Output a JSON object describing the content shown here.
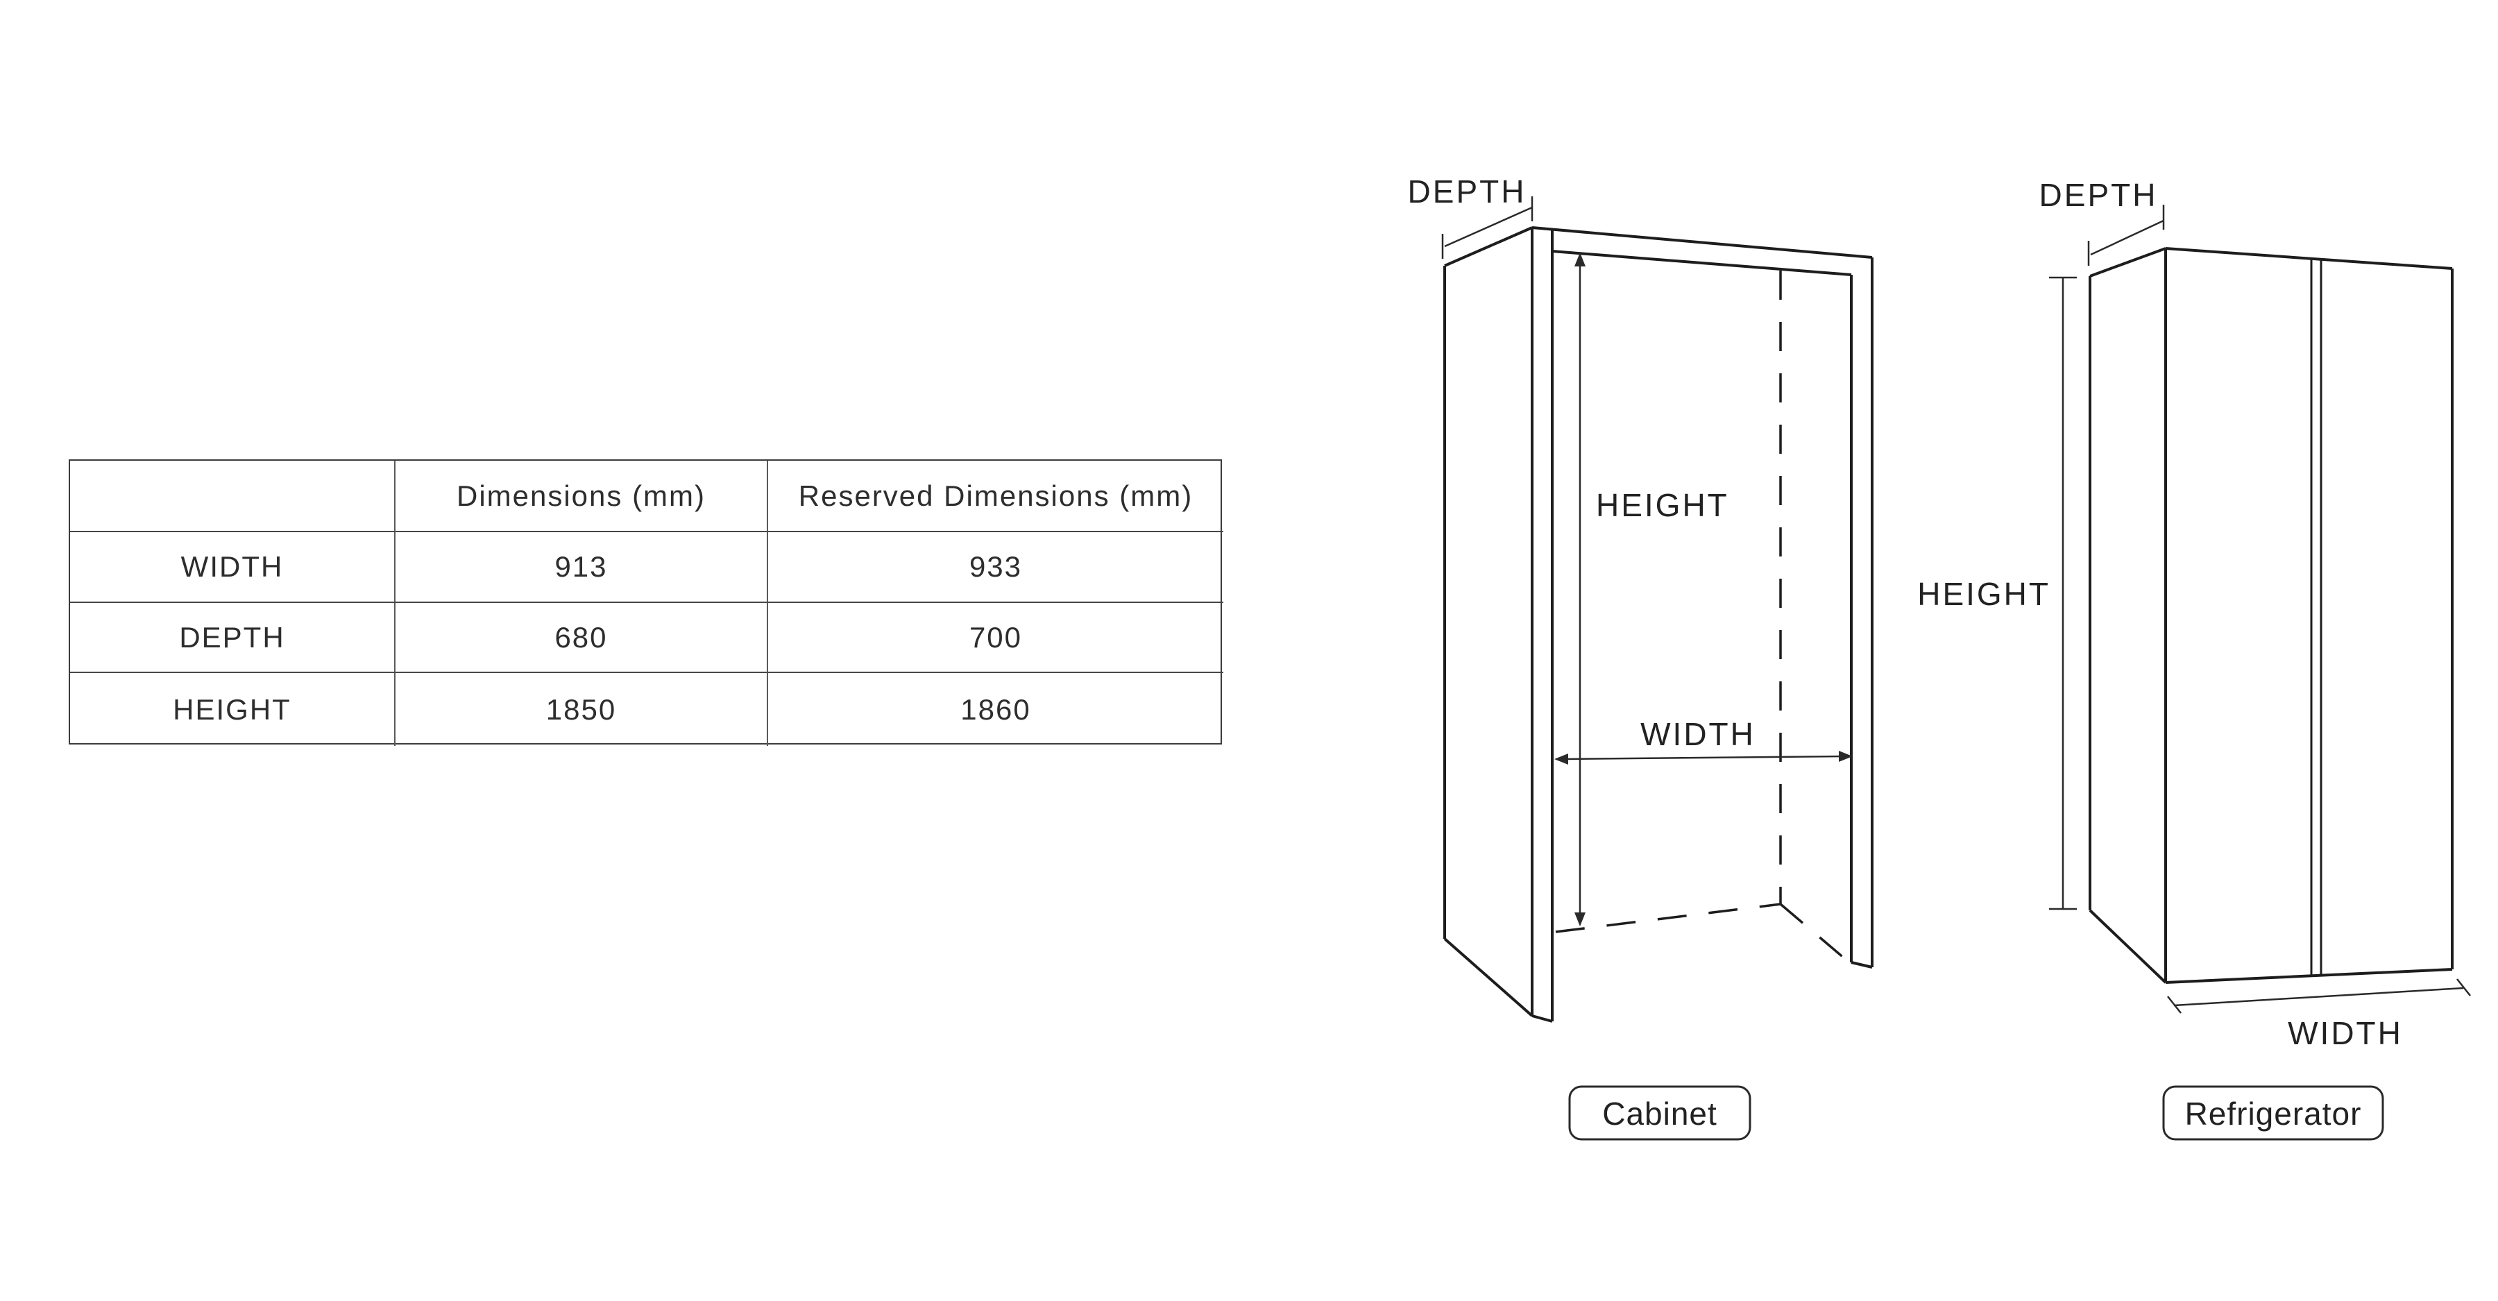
{
  "table": {
    "columns": [
      "",
      "Dimensions (mm)",
      "Reserved Dimensions (mm)"
    ],
    "rows": [
      {
        "label": "WIDTH",
        "dimensions": "913",
        "reserved": "933"
      },
      {
        "label": "DEPTH",
        "dimensions": "680",
        "reserved": "700"
      },
      {
        "label": "HEIGHT",
        "dimensions": "1850",
        "reserved": "1860"
      }
    ]
  },
  "cabinet": {
    "depth_label": "DEPTH",
    "height_label": "HEIGHT",
    "width_label": "WIDTH",
    "caption": "Cabinet"
  },
  "refrigerator": {
    "depth_label": "DEPTH",
    "height_label": "HEIGHT",
    "width_label": "WIDTH",
    "caption": "Refrigerator"
  },
  "colors": {
    "background": "#ffffff",
    "drawing_line": "#1d1d1d",
    "dimension_line": "#2a2a2a",
    "table_border": "#3c3c3c",
    "text": "#2d2d2d"
  }
}
